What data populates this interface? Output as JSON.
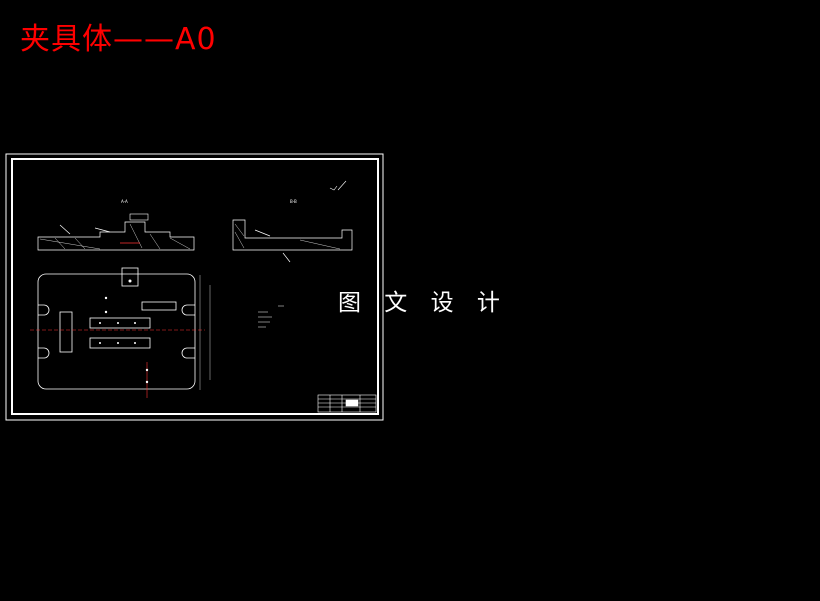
{
  "title": "夹具体——A0",
  "watermark": "图 文 设 计",
  "colors": {
    "title": "#ff0000",
    "lines": "#ffffff",
    "background": "#000000"
  },
  "drawing": {
    "section_a_label": "A-A",
    "section_b_label": "B-B"
  }
}
